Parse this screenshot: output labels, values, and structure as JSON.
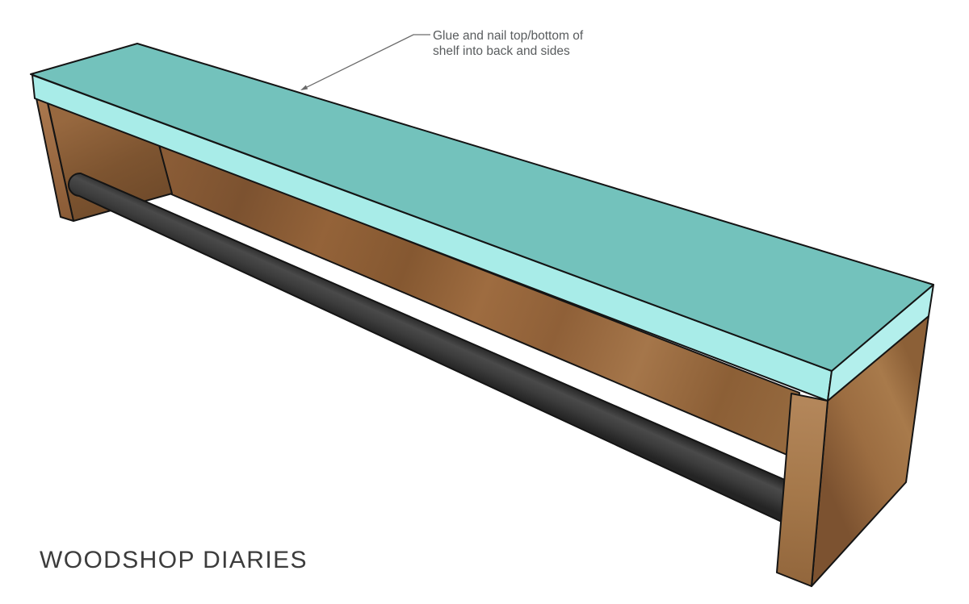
{
  "annotation": {
    "line1": "Glue and nail top/bottom of",
    "line2": "shelf into back and sides"
  },
  "logo": {
    "text": "WOODSHOP DIARIES"
  },
  "illustration": {
    "subject": "wall shelf with hanging rod, 3d sketch",
    "parts": {
      "shelf_top": "shelf-top-board",
      "back_panel": "back-panel",
      "left_side": "left-side-panel",
      "right_side": "right-side-panel",
      "rod": "hanging-rod"
    }
  },
  "theme": {
    "background": "#ffffff",
    "teal_top": "#73c2bc",
    "teal_edge": "#a8ece8",
    "teal_edge_end": "#b3efec",
    "wood_dark": "#7c5230",
    "wood_mid": "#9c6c3f",
    "wood_light": "#ab7a4c",
    "rod": "#3d3d3d",
    "outline": "#141414",
    "leader": "#6a6a6a",
    "annotation_text": "#595c5e",
    "logo_text": "#3c3c3c"
  }
}
